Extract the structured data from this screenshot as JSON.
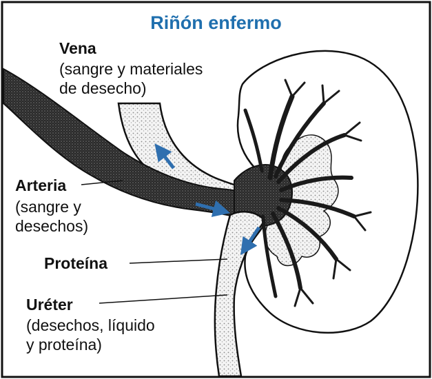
{
  "title": "Riñón enfermo",
  "colors": {
    "title": "#1f6fae",
    "arrow": "#2f6faf",
    "ink": "#111111",
    "stipple": "#e9e9e9"
  },
  "labels": {
    "vena": {
      "name": "Vena",
      "desc": [
        "(sangre y materiales",
        "de desecho)"
      ]
    },
    "arteria": {
      "name": "Arteria",
      "desc": [
        "(sangre y",
        "desechos)"
      ]
    },
    "proteina": {
      "name": "Proteína"
    },
    "ureter": {
      "name": "Uréter",
      "desc": [
        "(desechos, líquido",
        "y proteína)"
      ]
    }
  }
}
